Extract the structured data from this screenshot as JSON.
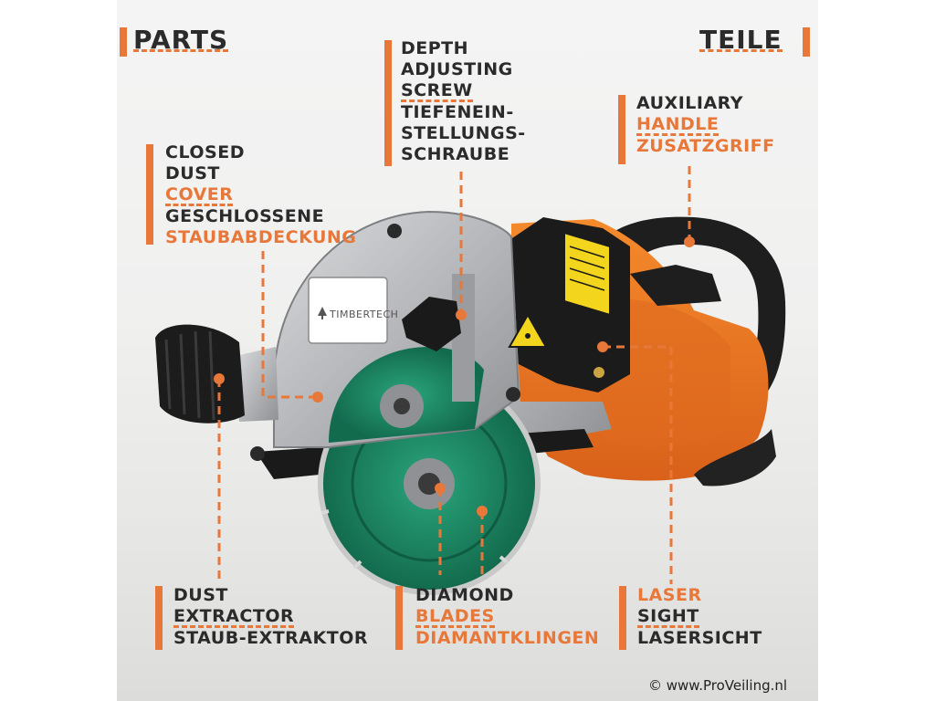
{
  "headings": {
    "en": "PARTS",
    "de": "TEILE"
  },
  "parts": {
    "depth_screw": {
      "en": [
        "DEPTH",
        "ADJUSTING",
        "SCREW"
      ],
      "de": [
        "TIEFENEIN-",
        "STELLUNGS-",
        "SCHRAUBE"
      ]
    },
    "aux_handle": {
      "en": [
        "AUXILIARY",
        "HANDLE"
      ],
      "de": [
        "ZUSATZGRIFF"
      ]
    },
    "dust_cover": {
      "en": [
        "CLOSED",
        "DUST",
        "COVER"
      ],
      "de": [
        "GESCHLOSSENE",
        "STAUBABDECKUNG"
      ]
    },
    "dust_extractor": {
      "en": [
        "DUST",
        "EXTRACTOR"
      ],
      "de": [
        "STAUB-EXTRAKTOR"
      ]
    },
    "diamond_blades": {
      "en": [
        "DIAMOND",
        "BLADES"
      ],
      "de": [
        "DIAMANTKLINGEN"
      ]
    },
    "laser_sight": {
      "en": [
        "LASER",
        "SIGHT"
      ],
      "de": [
        "LASERSICHT"
      ]
    }
  },
  "brand_logo": "TIMBERTECH",
  "watermark": "© www.ProVeiling.nl",
  "colors": {
    "accent": "#e8783a",
    "text_dark": "#2b2b2b",
    "machine_orange": "#f07a23",
    "blade_green": "#1f8f6a",
    "cover_silver": "#b7b9bc"
  },
  "icons": [
    "laser-warning-icon",
    "brand-tree-logo-icon"
  ]
}
